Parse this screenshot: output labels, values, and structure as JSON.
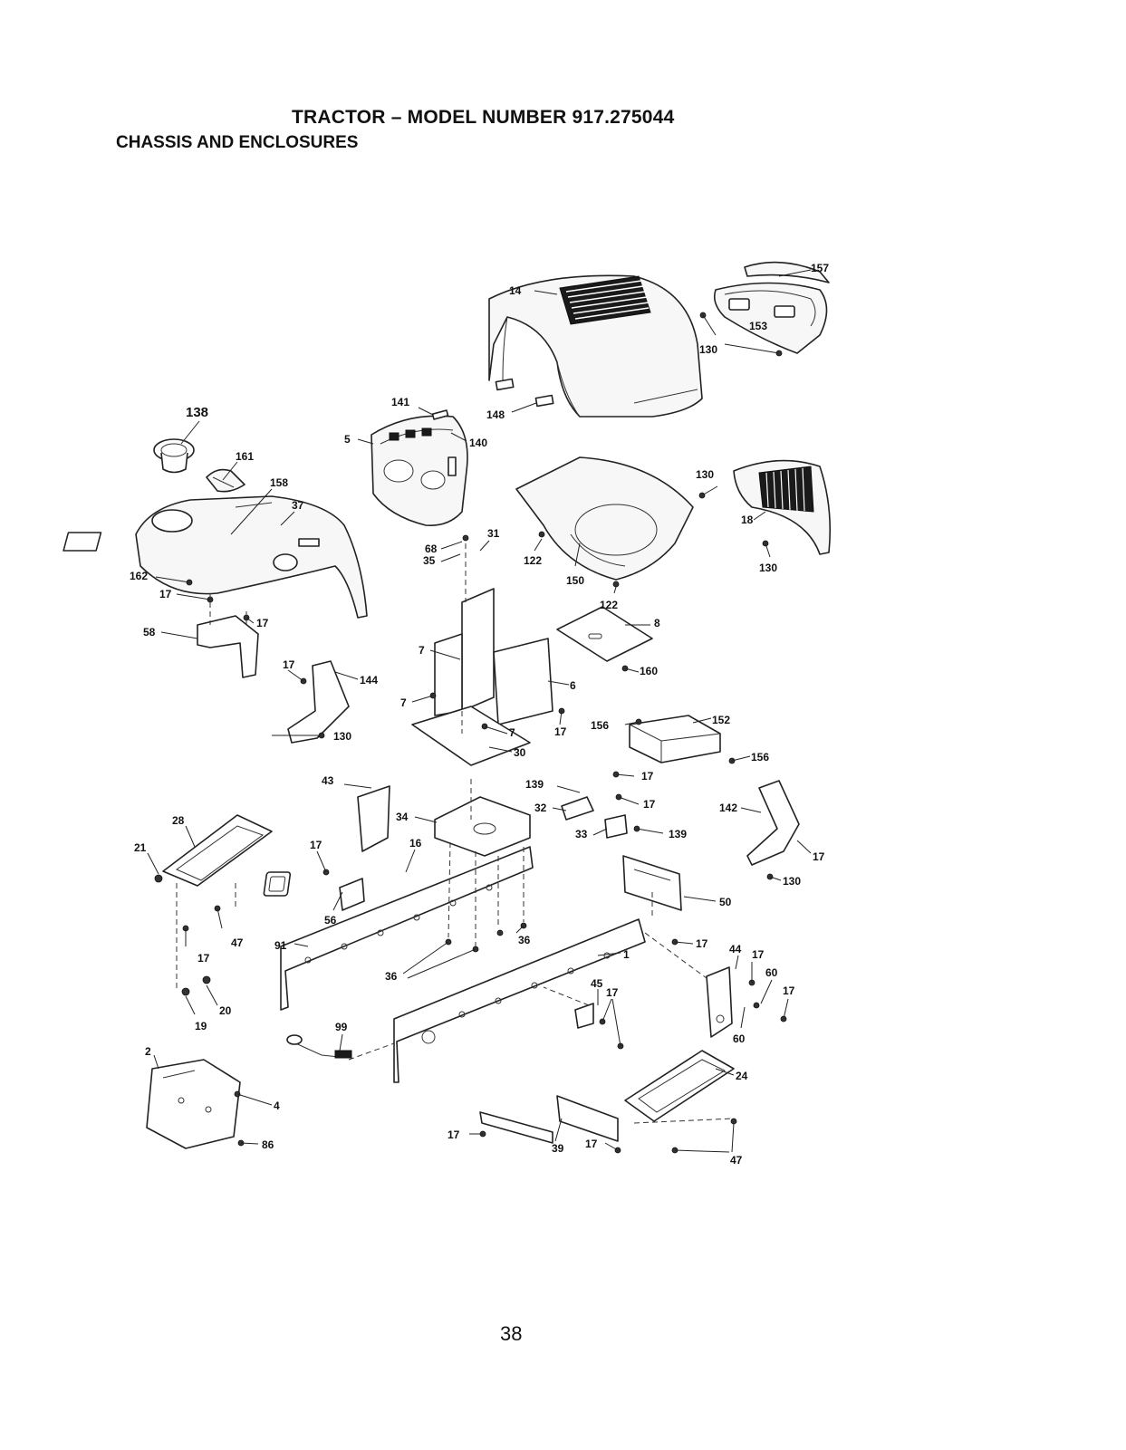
{
  "header": {
    "title": "TRACTOR – MODEL NUMBER 917.275044",
    "subtitle": "CHASSIS AND ENCLOSURES"
  },
  "page_number": "38",
  "callouts": [
    {
      "id": "c-14",
      "label": "14"
    },
    {
      "id": "c-157",
      "label": "157"
    },
    {
      "id": "c-153",
      "label": "153"
    },
    {
      "id": "c-130a",
      "label": "130"
    },
    {
      "id": "c-141",
      "label": "141"
    },
    {
      "id": "c-148",
      "label": "148"
    },
    {
      "id": "c-140",
      "label": "140"
    },
    {
      "id": "c-5",
      "label": "5"
    },
    {
      "id": "c-138",
      "label": "138"
    },
    {
      "id": "c-161",
      "label": "161"
    },
    {
      "id": "c-158",
      "label": "158"
    },
    {
      "id": "c-37",
      "label": "37"
    },
    {
      "id": "c-130b",
      "label": "130"
    },
    {
      "id": "c-18",
      "label": "18"
    },
    {
      "id": "c-130c",
      "label": "130"
    },
    {
      "id": "c-68",
      "label": "68"
    },
    {
      "id": "c-31",
      "label": "31"
    },
    {
      "id": "c-35",
      "label": "35"
    },
    {
      "id": "c-122a",
      "label": "122"
    },
    {
      "id": "c-150",
      "label": "150"
    },
    {
      "id": "c-122b",
      "label": "122"
    },
    {
      "id": "c-162",
      "label": "162"
    },
    {
      "id": "c-17a",
      "label": "17"
    },
    {
      "id": "c-17b",
      "label": "17"
    },
    {
      "id": "c-58",
      "label": "58"
    },
    {
      "id": "c-8",
      "label": "8"
    },
    {
      "id": "c-7a",
      "label": "7"
    },
    {
      "id": "c-160",
      "label": "160"
    },
    {
      "id": "c-17c",
      "label": "17"
    },
    {
      "id": "c-144",
      "label": "144"
    },
    {
      "id": "c-6",
      "label": "6"
    },
    {
      "id": "c-7b",
      "label": "7"
    },
    {
      "id": "c-130d",
      "label": "130"
    },
    {
      "id": "c-7c",
      "label": "7"
    },
    {
      "id": "c-17d",
      "label": "17"
    },
    {
      "id": "c-156a",
      "label": "156"
    },
    {
      "id": "c-152",
      "label": "152"
    },
    {
      "id": "c-30",
      "label": "30"
    },
    {
      "id": "c-156b",
      "label": "156"
    },
    {
      "id": "c-43",
      "label": "43"
    },
    {
      "id": "c-139a",
      "label": "139"
    },
    {
      "id": "c-17e",
      "label": "17"
    },
    {
      "id": "c-32",
      "label": "32"
    },
    {
      "id": "c-17f",
      "label": "17"
    },
    {
      "id": "c-142",
      "label": "142"
    },
    {
      "id": "c-28",
      "label": "28"
    },
    {
      "id": "c-34",
      "label": "34"
    },
    {
      "id": "c-33",
      "label": "33"
    },
    {
      "id": "c-139b",
      "label": "139"
    },
    {
      "id": "c-21",
      "label": "21"
    },
    {
      "id": "c-17g",
      "label": "17"
    },
    {
      "id": "c-16",
      "label": "16"
    },
    {
      "id": "c-17h",
      "label": "17"
    },
    {
      "id": "c-130e",
      "label": "130"
    },
    {
      "id": "c-50",
      "label": "50"
    },
    {
      "id": "c-56",
      "label": "56"
    },
    {
      "id": "c-47a",
      "label": "47"
    },
    {
      "id": "c-91",
      "label": "91"
    },
    {
      "id": "c-36a",
      "label": "36"
    },
    {
      "id": "c-17i",
      "label": "17"
    },
    {
      "id": "c-44",
      "label": "44"
    },
    {
      "id": "c-17j",
      "label": "17"
    },
    {
      "id": "c-1",
      "label": "1"
    },
    {
      "id": "c-17k",
      "label": "17"
    },
    {
      "id": "c-60a",
      "label": "60"
    },
    {
      "id": "c-36b",
      "label": "36"
    },
    {
      "id": "c-45",
      "label": "45"
    },
    {
      "id": "c-17l",
      "label": "17"
    },
    {
      "id": "c-17m",
      "label": "17"
    },
    {
      "id": "c-20",
      "label": "20"
    },
    {
      "id": "c-19",
      "label": "19"
    },
    {
      "id": "c-60b",
      "label": "60"
    },
    {
      "id": "c-99",
      "label": "99"
    },
    {
      "id": "c-2",
      "label": "2"
    },
    {
      "id": "c-24",
      "label": "24"
    },
    {
      "id": "c-4",
      "label": "4"
    },
    {
      "id": "c-86",
      "label": "86"
    },
    {
      "id": "c-17n",
      "label": "17"
    },
    {
      "id": "c-39",
      "label": "39"
    },
    {
      "id": "c-17o",
      "label": "17"
    },
    {
      "id": "c-47b",
      "label": "47"
    }
  ]
}
